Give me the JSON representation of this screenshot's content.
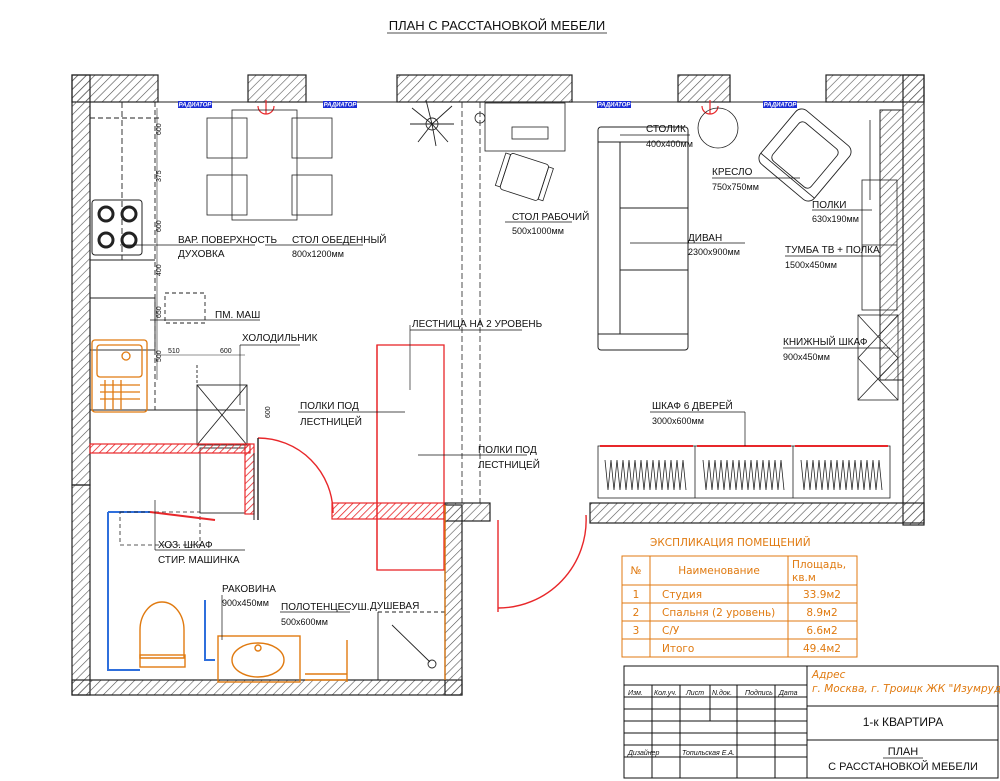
{
  "plan_title": "ПЛАН С РАССТАНОВКОЙ МЕБЕЛИ",
  "radiator_label": "РАДИАТОР",
  "colors": {
    "wall_hatch": "#444444",
    "red_accent": "#e8272a",
    "orange_accent": "#e07a10",
    "blue_accent": "#2f6fdc",
    "radiator_fill": "#1a2bd6",
    "furniture_stroke": "#222222"
  },
  "labels": {
    "cooktop_1": "ВАР. ПОВЕРХНОСТЬ",
    "cooktop_2": "ДУХОВКА",
    "dining_table": "СТОЛ ОБЕДЕННЫЙ",
    "dining_table_size": "800х1200мм",
    "desk": "СТОЛ РАБОЧИЙ",
    "desk_size": "500х1000мм",
    "coffee_table": "СТОЛИК",
    "coffee_table_size": "400х400мм",
    "armchair": "КРЕСЛО",
    "armchair_size": "750х750мм",
    "shelves": "ПОЛКИ",
    "shelves_size": "630х190мм",
    "sofa": "ДИВАН",
    "sofa_size": "2300х900мм",
    "tv_stand": "ТУМБА ТВ + ПОЛКА",
    "tv_stand_size": "1500х450мм",
    "dishwasher": "ПМ. МАШ",
    "fridge": "ХОЛОДИЛЬНИК",
    "stairs": "ЛЕСТНИЦА НА 2 УРОВЕНЬ",
    "bookcase": "КНИЖНЫЙ ШКАФ",
    "bookcase_size": "900х450мм",
    "shelves_under_stairs_1a": "ПОЛКИ ПОД",
    "shelves_under_stairs_1b": "ЛЕСТНИЦЕЙ",
    "shelves_under_stairs_2a": "ПОЛКИ ПОД",
    "shelves_under_stairs_2b": "ЛЕСТНИЦЕЙ",
    "wardrobe": "ШКАФ 6 ДВЕРЕЙ",
    "wardrobe_size": "3000х600мм",
    "utility_cabinet": "ХОЗ. ШКАФ",
    "washing_machine": "СТИР. МАШИНКА",
    "washbasin": "РАКОВИНА",
    "washbasin_size": "900х450мм",
    "towel_dryer": "ПОЛОТЕНЦЕСУШ.",
    "towel_dryer_size": "500х600мм",
    "shower": "ДУШЕВАЯ"
  },
  "dimensions": {
    "v1": "600",
    "v2": "375",
    "v3": "600",
    "v4": "400",
    "v5": "650",
    "v6": "500",
    "h1": "510",
    "h2": "600",
    "v7": "600"
  },
  "explication": {
    "title": "ЭКСПЛИКАЦИЯ ПОМЕЩЕНИЙ",
    "headers": {
      "num": "№",
      "name": "Наименование",
      "area_1": "Площадь,",
      "area_2": "кв.м"
    },
    "rows": [
      {
        "num": "1",
        "name": "Студия",
        "area": "33.9м2"
      },
      {
        "num": "2",
        "name": "Спальня (2 уровень)",
        "area": "8.9м2"
      },
      {
        "num": "3",
        "name": "С/У",
        "area": "6.6м2"
      },
      {
        "num": "",
        "name": "Итого",
        "area": "49.4м2"
      }
    ]
  },
  "stamp": {
    "address_label": "Адрес",
    "address": "г. Москва, г. Троицк ЖК \"Изумрудный\"",
    "col_izm": "Изм.",
    "col_kol": "Кол.уч.",
    "col_list": "Лист",
    "col_ndoc": "N.док.",
    "col_sign": "Подпись",
    "col_date": "Дата",
    "project": "1-к КВАРТИРА",
    "designer_label": "Дизайнер",
    "designer_name": "Топильская Е.А.",
    "sheet_title_1": "ПЛАН",
    "sheet_title_2": "С РАССТАНОВКОЙ МЕБЕЛИ"
  }
}
